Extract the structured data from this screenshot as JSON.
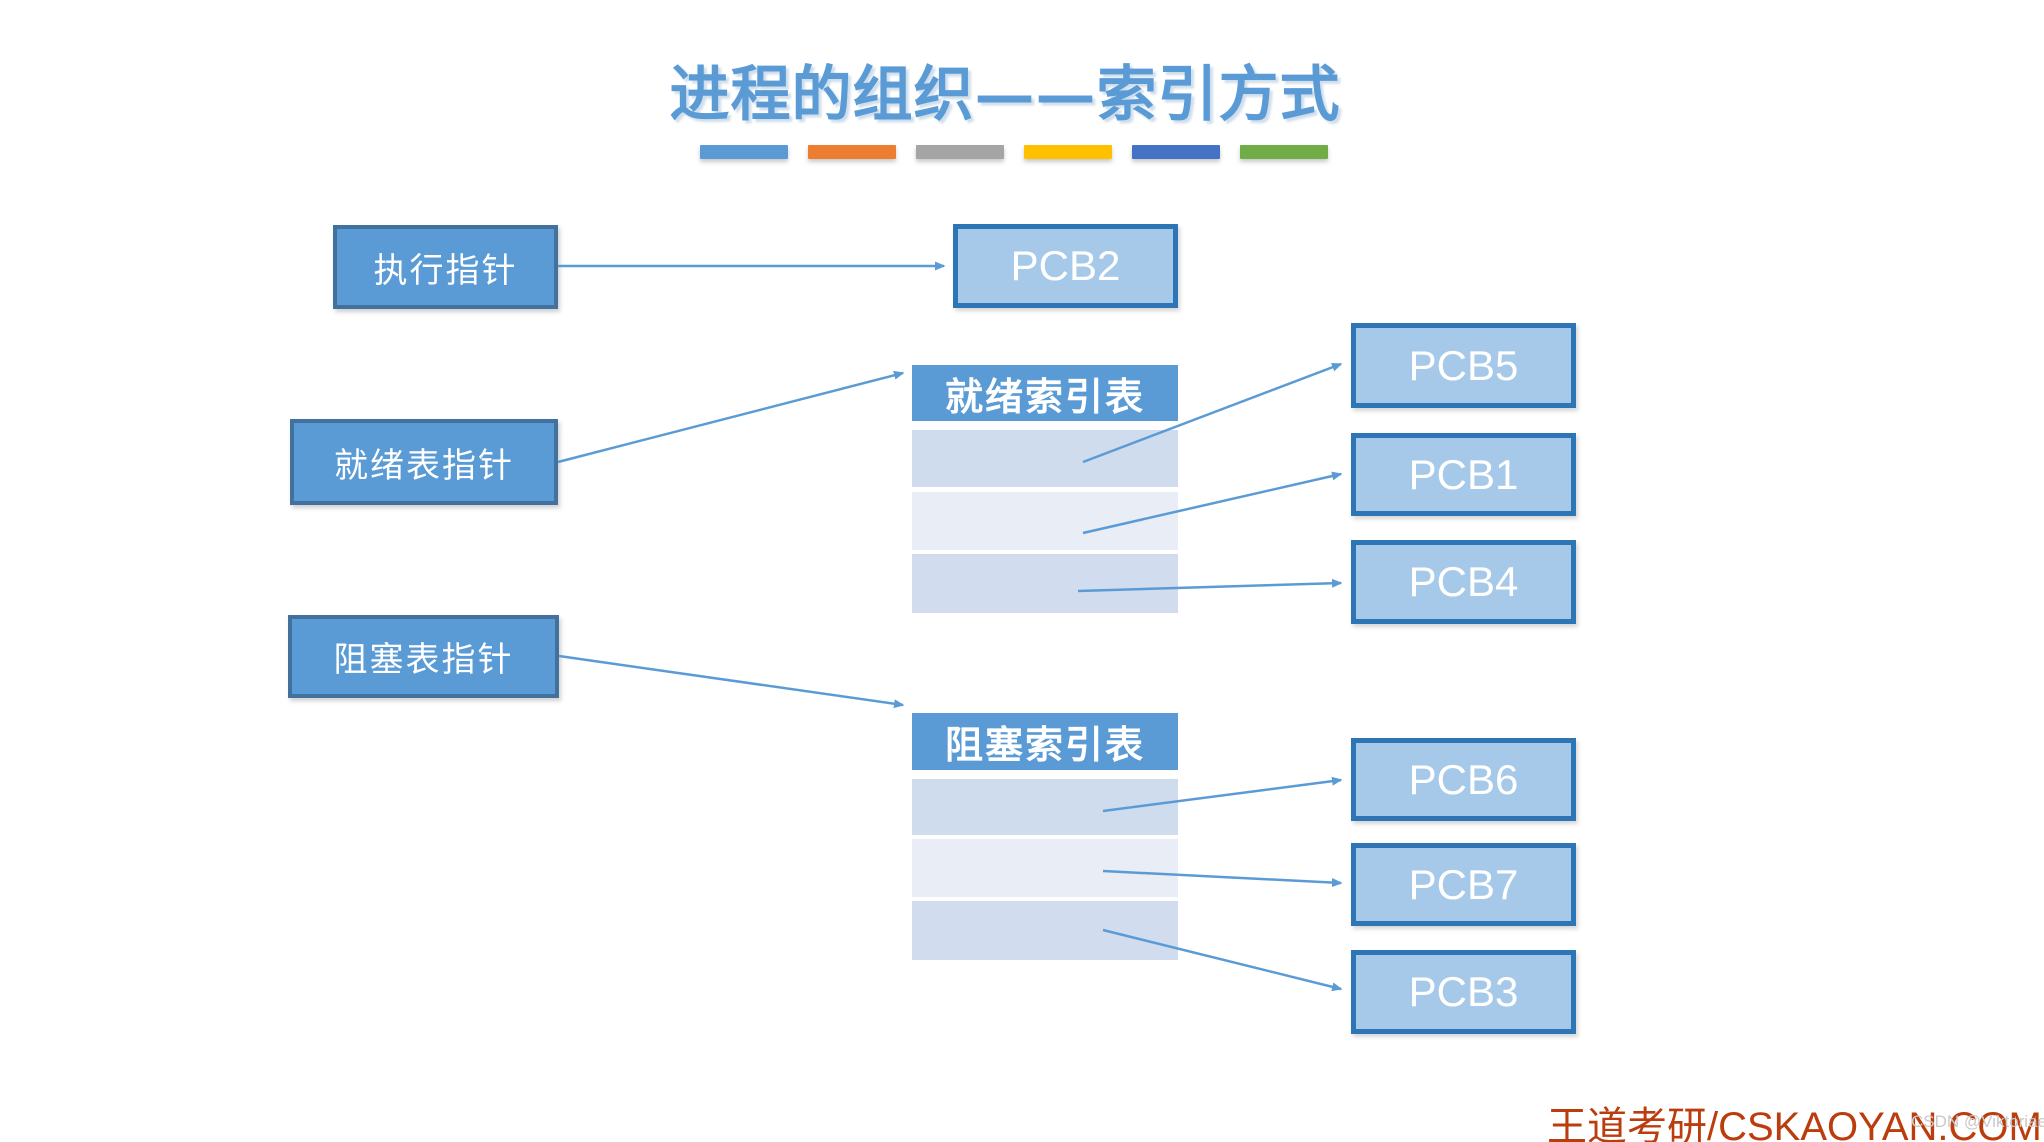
{
  "title": "进程的组织——索引方式",
  "theme_bars": [
    "#5B9BD5",
    "#ED7D31",
    "#A5A5A5",
    "#FFC000",
    "#4472C4",
    "#70AD47"
  ],
  "pointers": {
    "exec": {
      "label": "执行指针"
    },
    "ready": {
      "label": "就绪表指针"
    },
    "blocked": {
      "label": "阻塞表指针"
    }
  },
  "tables": {
    "ready": {
      "header": "就绪索引表",
      "row_count": 3
    },
    "blocked": {
      "header": "阻塞索引表",
      "row_count": 3
    }
  },
  "pcbs": {
    "exec_target": "PCB2",
    "ready_targets": [
      "PCB5",
      "PCB1",
      "PCB4"
    ],
    "blocked_targets": [
      "PCB6",
      "PCB7",
      "PCB3"
    ]
  },
  "colors": {
    "title_blue": "#5B9BD5",
    "pointer_box_fill": "#5B9BD5",
    "pointer_box_border": "#41719C",
    "pcb_fill": "#A6C9EA",
    "pcb_border": "#2E75B6",
    "table_header_fill": "#5B9BD5",
    "row_band_dark": "#CFDCEE",
    "row_band_light": "#E9EDF6",
    "arrow_blue": "#5B9BD5",
    "watermark_red": "#BB3D0D",
    "watermark_gray": "#C9C9C9"
  },
  "watermark": {
    "brand": "王道考研/CSKAOYAN.COM",
    "overlay": "CSDN @Viktoriae"
  }
}
